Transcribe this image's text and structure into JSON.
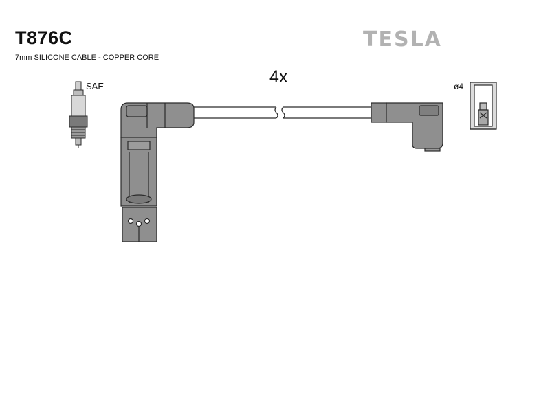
{
  "header": {
    "part_number": "T876C",
    "description": "7mm SILICONE CABLE - COPPER CORE",
    "brand": "TESLA"
  },
  "diagram": {
    "quantity_label": "4x",
    "spark_plug_label": "SAE",
    "terminal_label": "ø4"
  },
  "colors": {
    "boot_fill": "#8f8f8f",
    "outline": "#2a2a2a",
    "brand_gray": "#b2b2b2"
  }
}
